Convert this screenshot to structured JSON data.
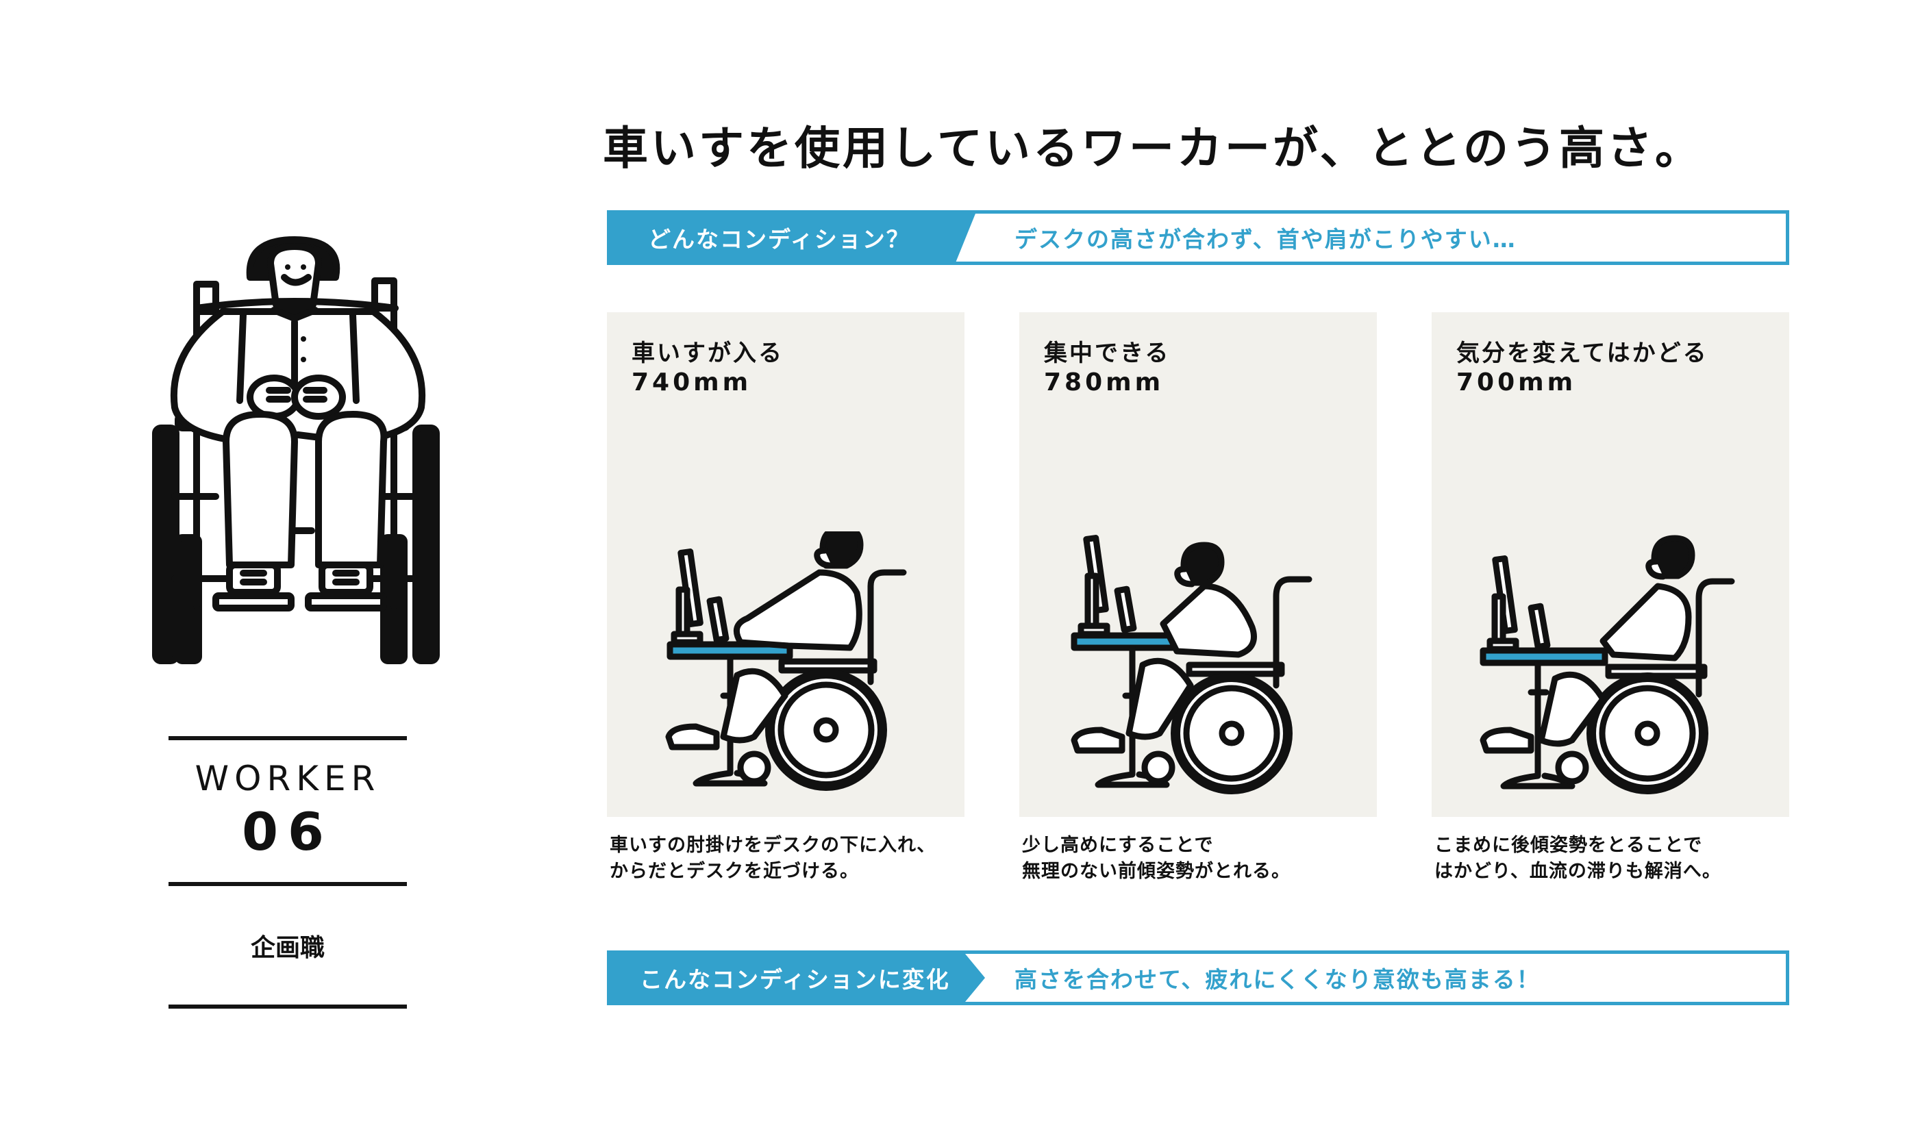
{
  "title": "車いすを使用しているワーカーが、ととのう高さ。",
  "worker": {
    "label": "WORKER",
    "number": "06",
    "role": "企画職",
    "illustration": "wheelchair-worker-front-icon"
  },
  "condition_before": {
    "tag": "どんなコンディション？",
    "message": "デスクの高さが合わず、首や肩がこりやすい…"
  },
  "panels": [
    {
      "title": "車いすが入る",
      "height": "740mm",
      "caption_line1": "車いすの肘掛けをデスクの下に入れ、",
      "caption_line2": "からだとデスクを近づける。",
      "illustration": "wheelchair-desk-740-icon"
    },
    {
      "title": "集中できる",
      "height": "780mm",
      "caption_line1": "少し高めにすることで",
      "caption_line2": "無理のない前傾姿勢がとれる。",
      "illustration": "wheelchair-desk-780-icon"
    },
    {
      "title": "気分を変えてはかどる",
      "height": "700mm",
      "caption_line1": "こまめに後傾姿勢をとることで",
      "caption_line2": "はかどり、血流の滞りも解消へ。",
      "illustration": "wheelchair-desk-700-icon"
    }
  ],
  "condition_after": {
    "tag": "こんなコンディションに変化",
    "message": "高さを合わせて、疲れにくくなり意欲も高まる！"
  },
  "colors": {
    "accent_blue": "#33a1cc",
    "panel_bg": "#f2f1ec",
    "ink": "#111111"
  }
}
